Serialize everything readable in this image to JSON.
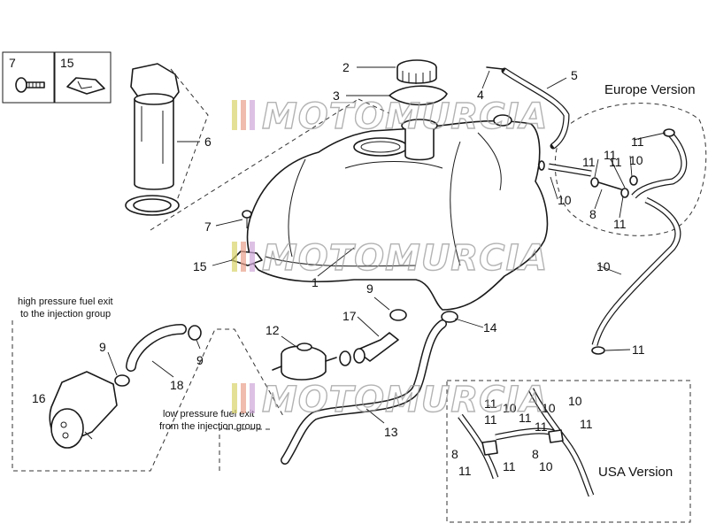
{
  "colors": {
    "line": "#1a1a1a",
    "watermark": "#9a9a9a",
    "stripe1": "#d8d36a",
    "stripe2": "#e8a08a",
    "stripe3": "#cfa7d8"
  },
  "watermark": "MOTOMURCIA",
  "inset_labels": {
    "bolt": "7",
    "clip": "15"
  },
  "versions": {
    "europe": "Europe Version",
    "usa": "USA Version"
  },
  "notes": {
    "high_pressure_1": "high pressure fuel exit",
    "high_pressure_2": "to the injection group",
    "low_pressure_1": "low pressure fuel exit",
    "low_pressure_2": "from the injection group"
  },
  "callouts": {
    "tank": "1",
    "cap": "2",
    "gasket": "3",
    "fitting": "4",
    "vent_hose": "5",
    "fuel_pump_unit": "6",
    "bolt": "7",
    "clip": "15",
    "filter": "12",
    "return_hose": "13",
    "hose_clamp_14": "14",
    "union": "17",
    "pressure_hose": "18",
    "clamp_9": "9",
    "pump": "16",
    "tee": "8",
    "hose": "10",
    "clamp_11": "11"
  }
}
